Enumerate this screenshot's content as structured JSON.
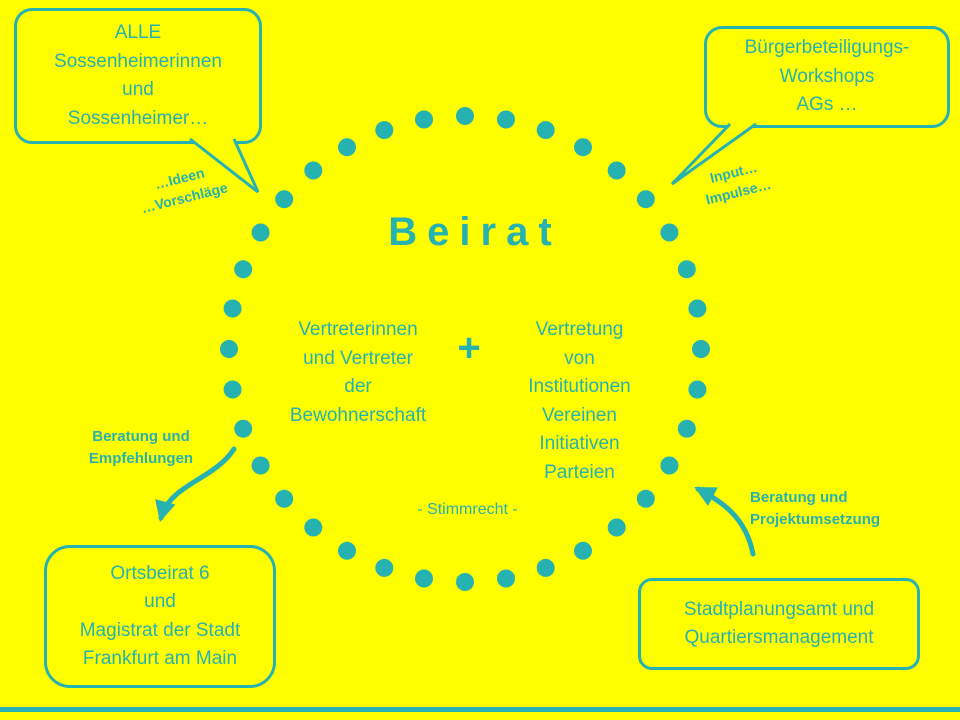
{
  "colors": {
    "background": "#ffff00",
    "accent": "#27b2b2"
  },
  "bubble_top_left": {
    "lines": [
      "ALLE",
      "Sossenheimerinnen",
      "und",
      "Sossenheimer…"
    ]
  },
  "bubble_top_right": {
    "lines": [
      "Bürgerbeteiligungs-",
      "Workshops",
      "AGs …"
    ]
  },
  "annotation_ideas": {
    "lines": [
      "…Ideen",
      "…Vorschläge"
    ]
  },
  "annotation_input": {
    "lines": [
      "Input…",
      "Impulse…"
    ]
  },
  "annotation_advice_left": {
    "lines": [
      "Beratung und",
      "Empfehlungen"
    ]
  },
  "annotation_advice_right": {
    "lines": [
      "Beratung und",
      "Projektumsetzung"
    ]
  },
  "circle": {
    "title": "Beirat",
    "left_column": {
      "lines": [
        "Vertreterinnen",
        "und Vertreter",
        "der",
        "Bewohnerschaft"
      ]
    },
    "plus": "+",
    "right_column": {
      "lines": [
        "Vertretung",
        "von",
        "Institutionen",
        "Vereinen",
        "Initiativen",
        "Parteien"
      ]
    },
    "voting_note": "- Stimmrecht -"
  },
  "box_bottom_left": {
    "lines": [
      "Ortsbeirat 6",
      "und",
      "Magistrat der Stadt",
      "Frankfurt am Main"
    ]
  },
  "box_bottom_right": {
    "lines": [
      "Stadtplanungsamt und",
      "Quartiersmanagement"
    ]
  }
}
